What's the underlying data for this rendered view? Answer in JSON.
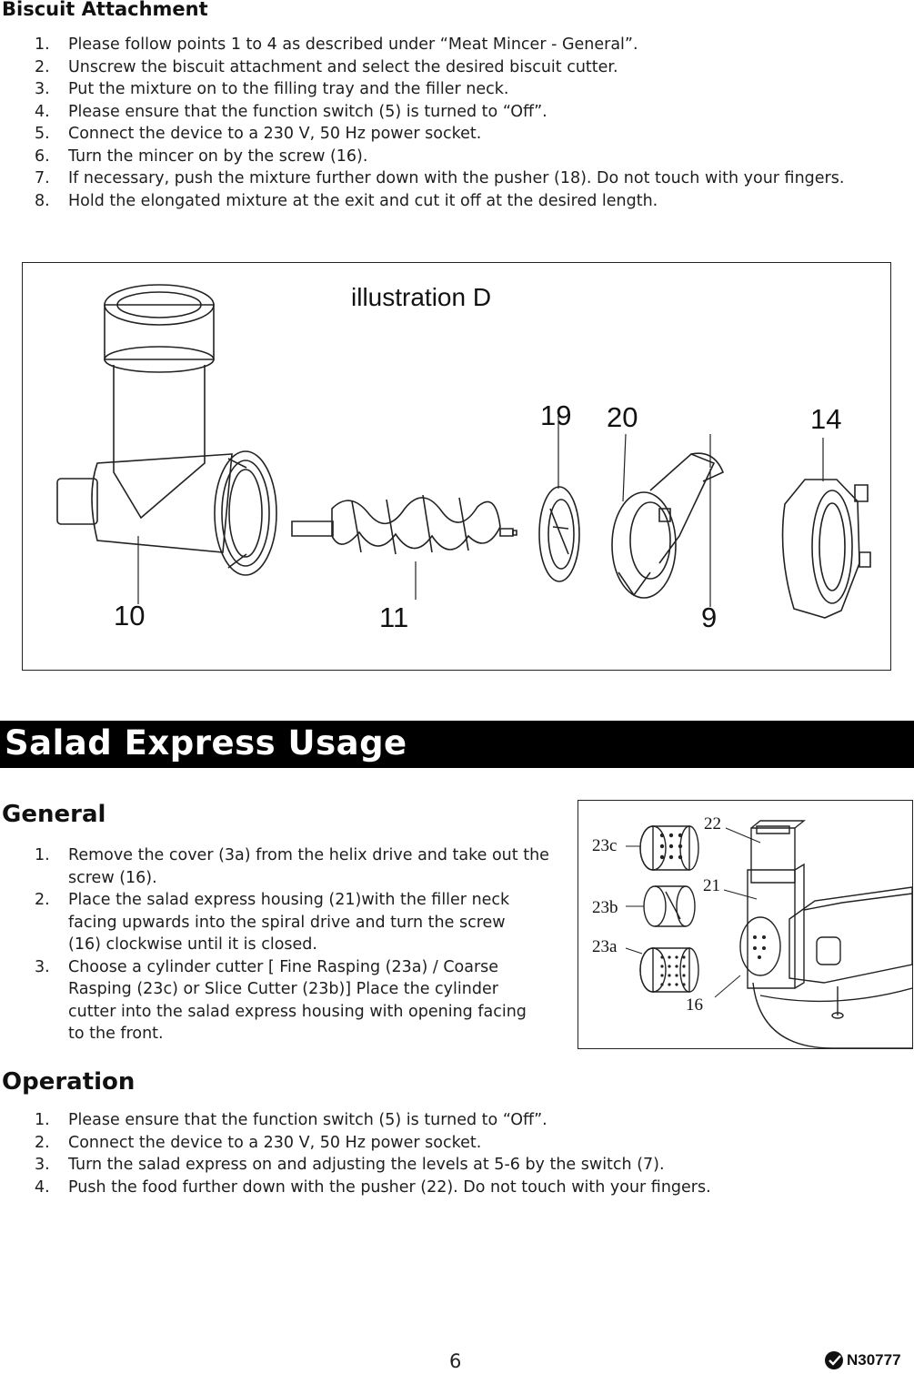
{
  "biscuit": {
    "title": "Biscuit Attachment",
    "steps": [
      {
        "n": "1.",
        "text": "Please follow points 1 to 4 as described under “Meat Mincer - General”."
      },
      {
        "n": "2.",
        "text": "Unscrew the biscuit attachment and select the desired biscuit cutter."
      },
      {
        "n": "3.",
        "text": "Put the mixture on to the filling tray and the filler neck."
      },
      {
        "n": "4.",
        "text": "Please ensure that the function switch (5) is turned to “Off”."
      },
      {
        "n": "5.",
        "text": "Connect the device to a 230 V, 50 Hz power socket."
      },
      {
        "n": "6.",
        "text": "Turn the mincer on by the screw (16)."
      },
      {
        "n": "7.",
        "text": "If necessary, push the mixture further down with the pusher (18). Do not touch with your fingers."
      },
      {
        "n": "8.",
        "text": "Hold the elongated mixture at the exit and cut it off at the desired length."
      }
    ]
  },
  "illustration_d": {
    "title": "illustration D",
    "labels": [
      "10",
      "11",
      "19",
      "20",
      "9",
      "14"
    ]
  },
  "salad": {
    "banner": "Salad Express Usage",
    "general_title": "General",
    "general_steps": [
      {
        "n": "1.",
        "text": "Remove the cover (3a) from the helix drive and take out the screw (16)."
      },
      {
        "n": "2.",
        "text": "Place the salad express housing (21)with the filler neck facing upwards into the spiral drive and turn the screw (16) clockwise until it is closed."
      },
      {
        "n": "3.",
        "text": "Choose a cylinder cutter [ Fine Rasping (23a) / Coarse Rasping (23c) or Slice Cutter (23b)] Place the cylinder cutter into the salad express housing with opening facing to the front."
      }
    ],
    "figure_labels": [
      "23c",
      "23b",
      "23a",
      "22",
      "21",
      "16"
    ],
    "operation_title": "Operation",
    "operation_steps": [
      {
        "n": "1.",
        "text": "Please ensure that the function switch (5) is turned to “Off”."
      },
      {
        "n": "2.",
        "text": "Connect the device to a 230 V, 50 Hz power socket."
      },
      {
        "n": "3.",
        "text": "Turn the salad express on and adjusting the levels at 5-6 by the switch (7)."
      },
      {
        "n": "4.",
        "text": "Push the food further down with the pusher (22). Do not touch with your fingers."
      }
    ]
  },
  "footer": {
    "page_number": "6",
    "brand_code": "N30777"
  }
}
